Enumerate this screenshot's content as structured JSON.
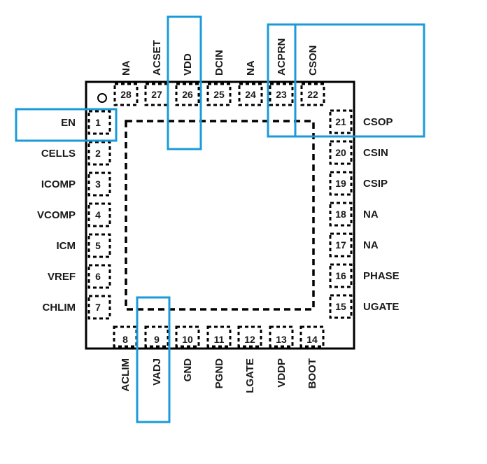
{
  "package": {
    "pin1_marker": "circle",
    "highlight_color": "#1a9bd8"
  },
  "pins": {
    "left": [
      {
        "num": "1",
        "name": "EN"
      },
      {
        "num": "2",
        "name": "CELLS"
      },
      {
        "num": "3",
        "name": "ICOMP"
      },
      {
        "num": "4",
        "name": "VCOMP"
      },
      {
        "num": "5",
        "name": "ICM"
      },
      {
        "num": "6",
        "name": "VREF"
      },
      {
        "num": "7",
        "name": "CHLIM"
      }
    ],
    "bottom": [
      {
        "num": "8",
        "name": "ACLIM"
      },
      {
        "num": "9",
        "name": "VADJ"
      },
      {
        "num": "10",
        "name": "GND"
      },
      {
        "num": "11",
        "name": "PGND"
      },
      {
        "num": "12",
        "name": "LGATE"
      },
      {
        "num": "13",
        "name": "VDDP"
      },
      {
        "num": "14",
        "name": "BOOT"
      }
    ],
    "right": [
      {
        "num": "15",
        "name": "UGATE"
      },
      {
        "num": "16",
        "name": "PHASE"
      },
      {
        "num": "17",
        "name": "NA"
      },
      {
        "num": "18",
        "name": "NA"
      },
      {
        "num": "19",
        "name": "CSIP"
      },
      {
        "num": "20",
        "name": "CSIN"
      },
      {
        "num": "21",
        "name": "CSOP"
      }
    ],
    "top": [
      {
        "num": "22",
        "name": "CSON"
      },
      {
        "num": "23",
        "name": "ACPRN"
      },
      {
        "num": "24",
        "name": "NA"
      },
      {
        "num": "25",
        "name": "DCIN"
      },
      {
        "num": "26",
        "name": "VDD"
      },
      {
        "num": "27",
        "name": "ACSET"
      },
      {
        "num": "28",
        "name": "NA"
      }
    ]
  },
  "highlighted_pins": [
    "1",
    "9",
    "21",
    "22",
    "23",
    "26"
  ]
}
